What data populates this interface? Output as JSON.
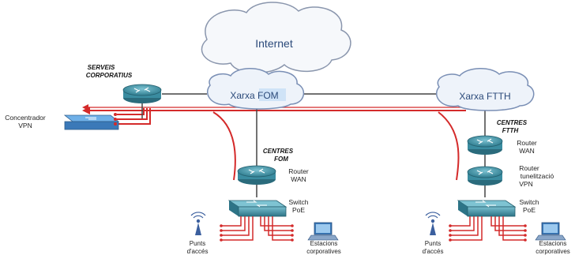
{
  "clouds": {
    "internet": "Internet",
    "fom": "Xarxa FOM",
    "ftth": "Xarxa FTTH"
  },
  "sites": {
    "corporate": {
      "line1": "SERVEIS",
      "line2": "CORPORATIUS"
    },
    "fom": {
      "line1": "CENTRES",
      "line2": "FOM"
    },
    "ftth": {
      "line1": "CENTRES",
      "line2": "FTTH"
    }
  },
  "devices": {
    "concentrator": {
      "line1": "Concentrador",
      "line2": "VPN"
    },
    "fom_router": {
      "line1": "Router",
      "line2": "WAN"
    },
    "fom_switch": {
      "line1": "Switch",
      "line2": "PoE"
    },
    "ftth_router_wan": {
      "line1": "Router",
      "line2": "WAN"
    },
    "ftth_router_tunnel": {
      "line1": "Router",
      "line2": "tunelització",
      "line3": "VPN"
    },
    "ftth_switch": {
      "line1": "Switch",
      "line2": "PoE"
    }
  },
  "endpoints": {
    "fom_ap": {
      "line1": "Punts",
      "line2": "d'accés"
    },
    "fom_ws": {
      "line1": "Estacions",
      "line2": "corporatives"
    },
    "ftth_ap": {
      "line1": "Punts",
      "line2": "d'accés"
    },
    "ftth_ws": {
      "line1": "Estacions",
      "line2": "corporatives"
    }
  },
  "colors": {
    "tunnel": "#d42a2a",
    "link": "#333333",
    "device": "#3f8fa3",
    "cloud_fill": "#f4f7fb",
    "cloud_stroke": "#7a8fb5",
    "fom_highlight": "#cfe3f7"
  }
}
